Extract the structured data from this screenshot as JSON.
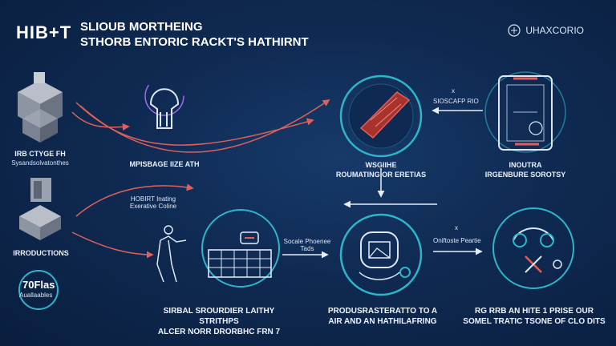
{
  "header": {
    "logo": "HIB+T",
    "title_line1": "SLIOUB MORTHEING",
    "title_line2": "STHORB ENTORIC RACKT'S HATHIRNT",
    "brand": "UHAXCORIO"
  },
  "left_column": {
    "top_label": "IRB CTYGE FH",
    "top_sublabel": "Sysandsolvatonthes",
    "middle_label": "IRRODUCTIONS",
    "badge_number": "70Flas",
    "badge_sub": "Auallaables"
  },
  "row1": {
    "node1_label": "MPISBAGE IIZE ATH",
    "node2_label_line1": "WSGIIHE",
    "node2_label_line2": "ROUMATING OR ERETIAS",
    "arrow_label": "SIOSCAFP RIO",
    "arrow_mark": "x",
    "node3_label_line1": "INOUTRA",
    "node3_label_line2": "IRGENBURE SOROTSY"
  },
  "row2": {
    "callout_line1": "HOBIRT Inating",
    "callout_line2": "Exerative Coline",
    "arrow1_line1": "Socale Phoenee",
    "arrow1_line2": "Tads",
    "arrow2_mark": "x",
    "arrow2_label": "Oniftoste Peartie"
  },
  "bottom": {
    "col1_line1": "SIRBAL SROURDIER LAITHY STRITHPS",
    "col1_line2": "ALCER NORR DRORBHC FRN 7",
    "col2_line1": "PRODUSRASTERATTO TO A",
    "col2_line2": "AIR AND AN HATHILAFRING",
    "col3_line1": "RG RRB AN HITE 1 PRISE OUR",
    "col3_line2": "SOMEL TRATIC TSONE OF CLO DITS"
  }
}
